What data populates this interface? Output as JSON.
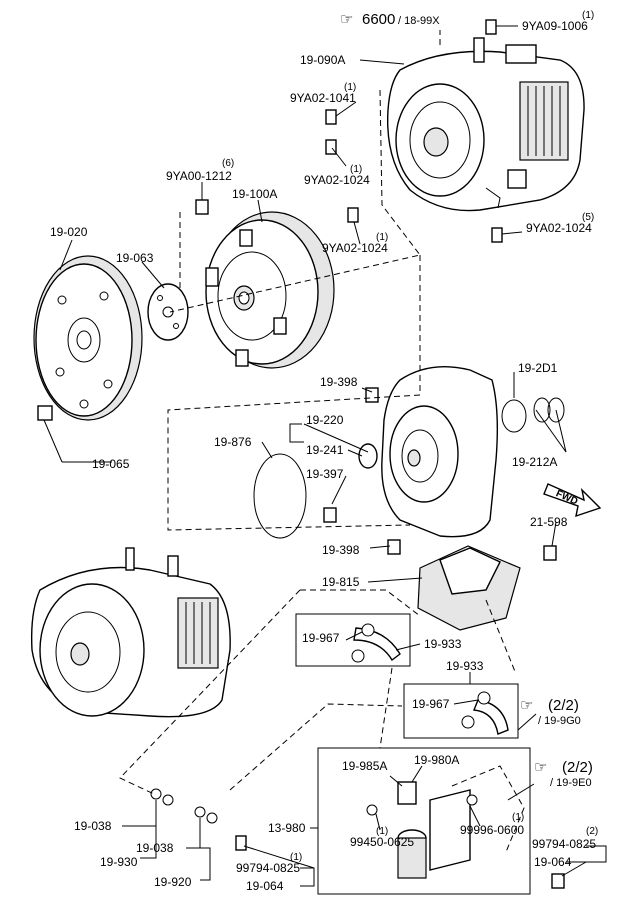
{
  "labels": {
    "l_19090A": "19-090A",
    "l_9YA091006": "9YA09-1006",
    "q_9YA091006": "(1)",
    "l_9YA021041": "9YA02-1041",
    "q_9YA021041": "(1)",
    "l_9YA021024a": "9YA02-1024",
    "q_9YA021024a": "(1)",
    "l_9YA001212": "9YA00-1212",
    "q_9YA001212": "(6)",
    "l_19100A": "19-100A",
    "l_19020": "19-020",
    "l_19063": "19-063",
    "l_9YA021024b": "9YA02-1024",
    "q_9YA021024b": "(1)",
    "l_9YA021024c": "9YA02-1024",
    "q_9YA021024c": "(5)",
    "l_19065": "19-065",
    "l_19398a": "19-398",
    "l_192D1": "19-2D1",
    "l_19220": "19-220",
    "l_19876": "19-876",
    "l_19241": "19-241",
    "l_19397": "19-397",
    "l_19212A": "19-212A",
    "l_fwd": "FWD",
    "l_21598": "21-598",
    "l_19398b": "19-398",
    "l_19815": "19-815",
    "l_19967a": "19-967",
    "l_19933a": "19-933",
    "l_19933b": "19-933",
    "l_19967b": "19-967",
    "l_19985A": "19-985A",
    "l_19980A": "19-980A",
    "l_13980": "13-980",
    "l_99450": "99450-0625",
    "q_99450": "(1)",
    "l_99996": "99996-0600",
    "q_99996": "(1)",
    "l_99794a": "99794-0825",
    "q_99794a": "(2)",
    "l_19064a": "19-064",
    "l_19038a": "19-038",
    "l_19930": "19-930",
    "l_19038b": "19-038",
    "l_19920": "19-920",
    "l_99794b": "99794-0825",
    "q_99794b": "(1)",
    "l_19064b": "19-064"
  },
  "refs": {
    "top_num": "6600",
    "top_sub": "/ 18-99X",
    "r1_num": "(2/2)",
    "r1_sub": "/ 19-9G0",
    "r2_num": "(2/2)",
    "r2_sub": "/ 19-9E0"
  }
}
